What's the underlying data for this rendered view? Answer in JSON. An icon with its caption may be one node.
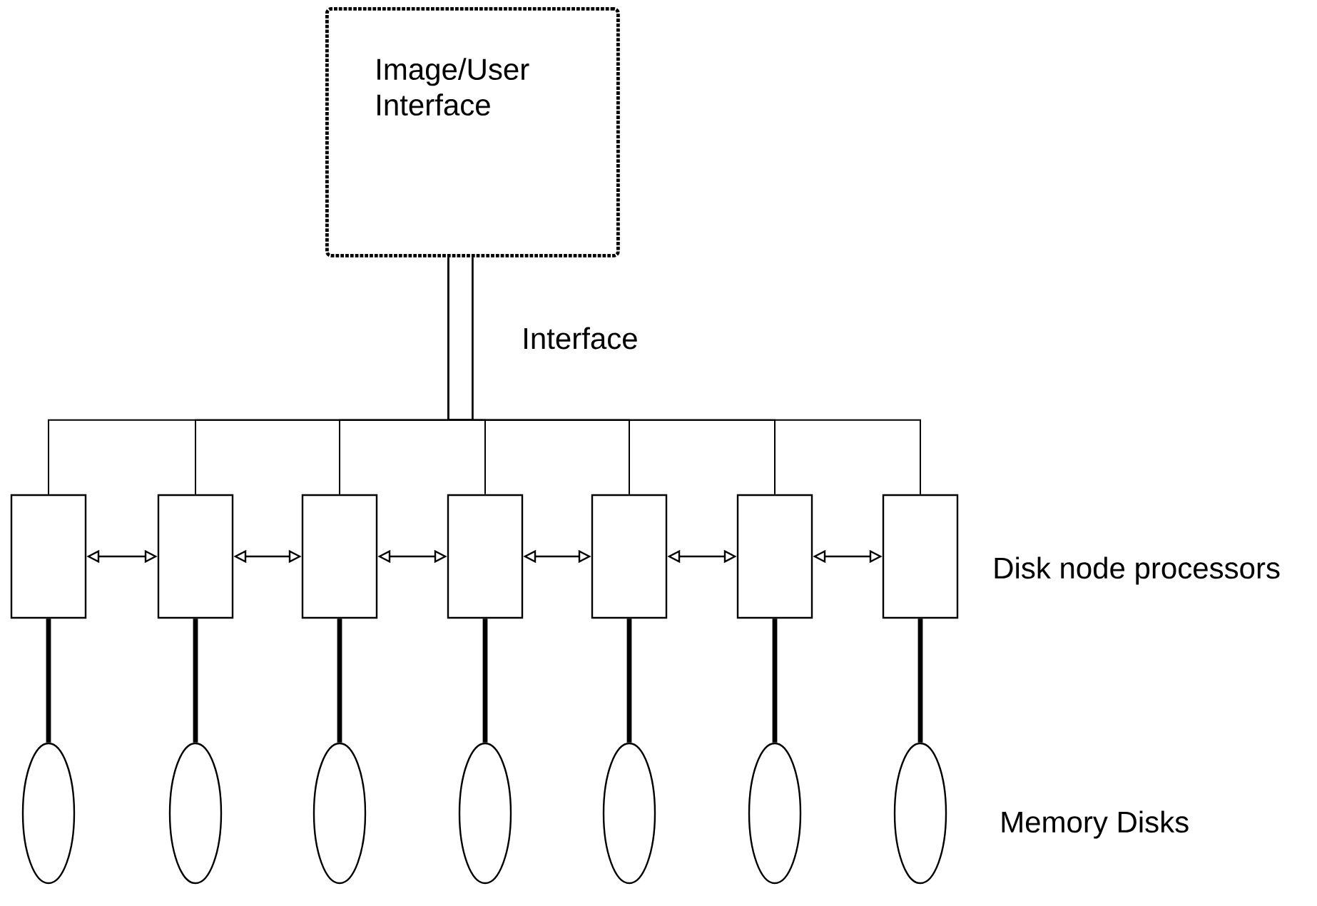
{
  "diagram": {
    "nodes": [
      {
        "text": [
          "Image/User Interface"
        ]
      },
      {
        "text": [],
        "shape": "box"
      },
      {
        "text": [],
        "shape": "box"
      },
      {
        "text": [],
        "shape": "box"
      },
      {
        "text": [],
        "shape": "box"
      },
      {
        "text": [],
        "shape": "box"
      },
      {
        "text": [],
        "shape": "box"
      },
      {
        "text": [],
        "shape": "box"
      },
      {
        "text": [],
        "shape": "ellipse"
      },
      {
        "text": [],
        "shape": "ellipse"
      },
      {
        "text": [],
        "shape": "ellipse"
      },
      {
        "text": [],
        "shape": "ellipse"
      },
      {
        "text": [],
        "shape": "ellipse"
      },
      {
        "text": [],
        "shape": "ellipse"
      },
      {
        "text": [],
        "shape": "ellipse"
      }
    ],
    "edges": [
      {
        "from": 0,
        "to": 1,
        "arrow": "none"
      },
      {
        "from": 0,
        "to": 2,
        "arrow": "none"
      },
      {
        "from": 0,
        "to": 3,
        "arrow": "none"
      },
      {
        "from": 0,
        "to": 4,
        "arrow": "none"
      },
      {
        "from": 0,
        "to": 5,
        "arrow": "none"
      },
      {
        "from": 0,
        "to": 6,
        "arrow": "none"
      },
      {
        "from": 0,
        "to": 7,
        "arrow": "none"
      },
      {
        "from": 1,
        "to": 2,
        "arrow": "both"
      },
      {
        "from": 2,
        "to": 3,
        "arrow": "both"
      },
      {
        "from": 3,
        "to": 4,
        "arrow": "both"
      },
      {
        "from": 4,
        "to": 5,
        "arrow": "both"
      },
      {
        "from": 5,
        "to": 6,
        "arrow": "both"
      },
      {
        "from": 6,
        "to": 7,
        "arrow": "both"
      },
      {
        "from": 1,
        "to": 8,
        "arrow": "none",
        "style": "thick"
      },
      {
        "from": 2,
        "to": 9,
        "arrow": "none",
        "style": "thick"
      },
      {
        "from": 3,
        "to": 10,
        "arrow": "none",
        "style": "thick"
      },
      {
        "from": 4,
        "to": 11,
        "arrow": "none",
        "style": "thick"
      },
      {
        "from": 5,
        "to": 12,
        "arrow": "none",
        "style": "thick"
      },
      {
        "from": 6,
        "to": 13,
        "arrow": "none",
        "style": "thick"
      },
      {
        "from": 7,
        "to": 14,
        "arrow": "none",
        "style": "thick"
      }
    ],
    "labels": [
      "Interface",
      "Disk node processors",
      "Memory Disks"
    ]
  }
}
